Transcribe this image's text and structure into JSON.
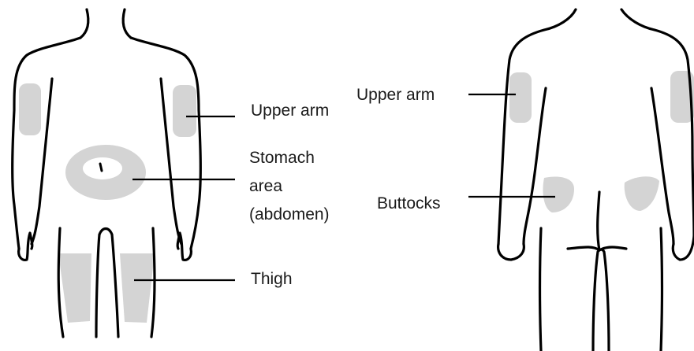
{
  "colors": {
    "outline": "#000000",
    "injection_site": "#d4d4d4",
    "background": "#ffffff",
    "text": "#1a1a1a"
  },
  "front_view": {
    "labels": {
      "upper_arm": "Upper arm",
      "stomach_line1": "Stomach",
      "stomach_line2": "area",
      "stomach_line3": "(abdomen)",
      "thigh": "Thigh"
    }
  },
  "back_view": {
    "labels": {
      "upper_arm": "Upper arm",
      "buttocks": "Buttocks"
    }
  }
}
